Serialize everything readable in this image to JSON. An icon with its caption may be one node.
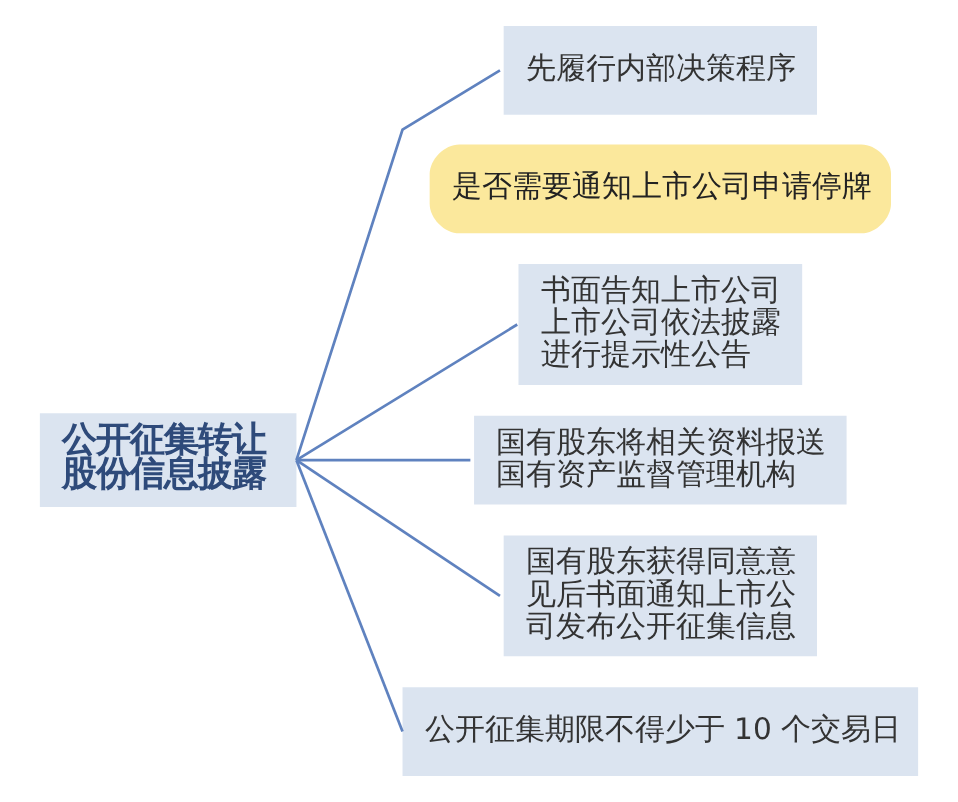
{
  "diagram": {
    "nodes": [
      {
        "text": [
          "公开征集转让股份信息披露"
        ]
      },
      {
        "text": [
          "先履行内部决策程序"
        ]
      },
      {
        "text": [
          "是否需要通知上市公司申请停牌"
        ]
      },
      {
        "text": [
          "书面告知上市公司上市公司依法披露进行提示性公告"
        ]
      },
      {
        "text": [
          "国有股东将相关资料报送国有资产监督管理机构"
        ]
      },
      {
        "text": [
          "国有股东获得同意意见后书面通知上市公司发布公开征集信息"
        ]
      },
      {
        "text": [
          "公开征集期限不得少于 10 个交易日"
        ]
      }
    ],
    "edges": [
      {
        "from": 0,
        "to": 1,
        "arrow": "none"
      },
      {
        "from": 0,
        "to": 3,
        "arrow": "none"
      },
      {
        "from": 0,
        "to": 4,
        "arrow": "none"
      },
      {
        "from": 0,
        "to": 5,
        "arrow": "none"
      },
      {
        "from": 0,
        "to": 6,
        "arrow": "none"
      }
    ]
  }
}
